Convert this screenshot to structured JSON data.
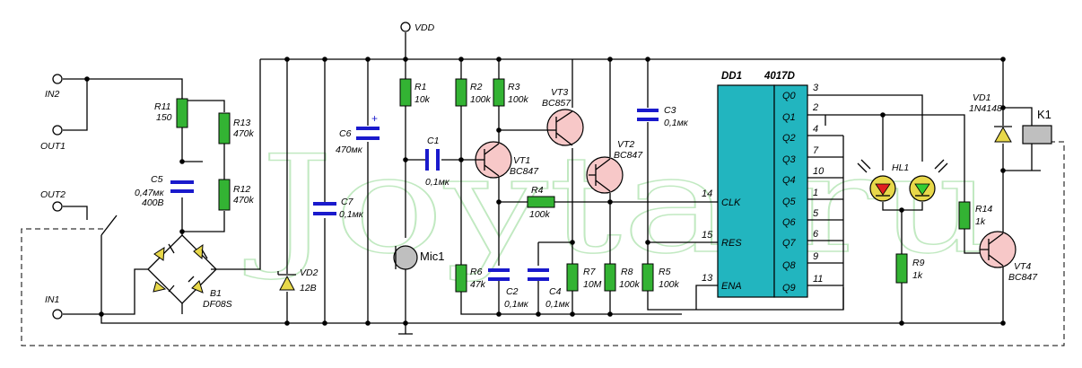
{
  "watermark": "Joyta.ru",
  "supply": {
    "label": "VDD"
  },
  "terminals": {
    "in2": "IN2",
    "out1": "OUT1",
    "out2": "OUT2",
    "in1": "IN1"
  },
  "components": {
    "r11": {
      "name": "R11",
      "value": "150"
    },
    "r13": {
      "name": "R13",
      "value": "470k"
    },
    "r12": {
      "name": "R12",
      "value": "470k"
    },
    "c5": {
      "name": "C5",
      "value": "0,47мк",
      "value2": "400В"
    },
    "b1": {
      "name": "B1",
      "value": "DF08S"
    },
    "vd2": {
      "name": "VD2",
      "value": "12В"
    },
    "c7": {
      "name": "C7",
      "value": "0,1мк"
    },
    "c6": {
      "name": "C6",
      "value": "470мк",
      "polarity": "+"
    },
    "r1": {
      "name": "R1",
      "value": "10k"
    },
    "c1": {
      "name": "C1",
      "value": "0,1мк"
    },
    "mic1": {
      "name": "Mic1"
    },
    "r2": {
      "name": "R2",
      "value": "100k"
    },
    "r3": {
      "name": "R3",
      "value": "100k"
    },
    "r6": {
      "name": "R6",
      "value": "47k"
    },
    "c2": {
      "name": "C2",
      "value": "0,1мк"
    },
    "vt3": {
      "name": "VT3",
      "value": "BC857"
    },
    "vt1": {
      "name": "VT1",
      "value": "BC847"
    },
    "vt2": {
      "name": "VT2",
      "value": "BC847"
    },
    "r4": {
      "name": "R4",
      "value": "100k"
    },
    "c4": {
      "name": "C4",
      "value": "0,1мк"
    },
    "r7": {
      "name": "R7",
      "value": "10M"
    },
    "r8": {
      "name": "R8",
      "value": "100k"
    },
    "c3": {
      "name": "C3",
      "value": "0,1мк"
    },
    "r5": {
      "name": "R5",
      "value": "100k"
    },
    "hl1": {
      "name": "HL1"
    },
    "r9": {
      "name": "R9",
      "value": "1k"
    },
    "r14": {
      "name": "R14",
      "value": "1k"
    },
    "vt4": {
      "name": "VT4",
      "value": "BC847"
    },
    "vd1": {
      "name": "VD1",
      "value": "1N4148"
    },
    "k1": {
      "name": "K1"
    }
  },
  "ic": {
    "name": "DD1",
    "part": "4017D",
    "left_pins": [
      {
        "num": "14",
        "label": "CLK"
      },
      {
        "num": "15",
        "label": "RES"
      },
      {
        "num": "13",
        "label": "ENA"
      }
    ],
    "right_pins": [
      {
        "num": "3",
        "label": "Q0"
      },
      {
        "num": "2",
        "label": "Q1"
      },
      {
        "num": "4",
        "label": "Q2"
      },
      {
        "num": "7",
        "label": "Q3"
      },
      {
        "num": "10",
        "label": "Q4"
      },
      {
        "num": "1",
        "label": "Q5"
      },
      {
        "num": "5",
        "label": "Q6"
      },
      {
        "num": "6",
        "label": "Q7"
      },
      {
        "num": "9",
        "label": "Q8"
      },
      {
        "num": "11",
        "label": "Q9"
      }
    ]
  },
  "colors": {
    "resistor": "#33b333",
    "capacitor": "#1a1acc",
    "ic": "#22b5bf",
    "transistor": "#f7c8c8",
    "diode_led": "#e8d84a",
    "led_red": "#e02020",
    "led_green": "#33cc33",
    "watermark": "#a8e0a8"
  }
}
